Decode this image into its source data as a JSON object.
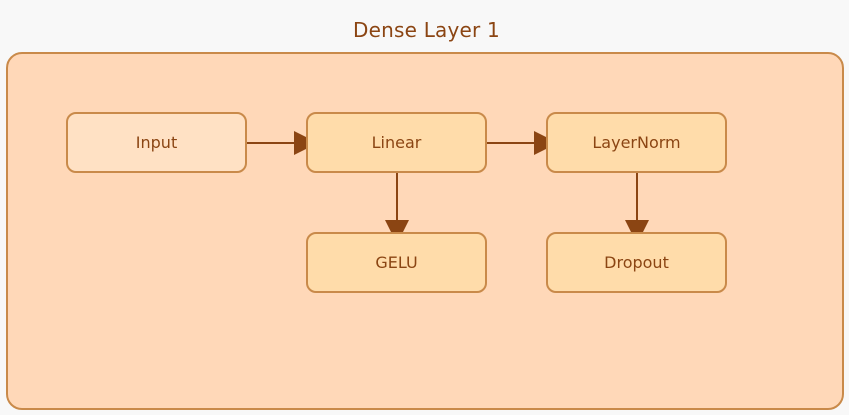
{
  "group": {
    "title": "Dense Layer 1"
  },
  "nodes": {
    "input": "Input",
    "linear": "Linear",
    "layernorm": "LayerNorm",
    "gelu": "GELU",
    "dropout": "Dropout"
  },
  "edges": [
    {
      "from": "input",
      "to": "linear"
    },
    {
      "from": "linear",
      "to": "layernorm"
    },
    {
      "from": "linear",
      "to": "gelu"
    },
    {
      "from": "layernorm",
      "to": "dropout"
    }
  ],
  "colors": {
    "background": "#f8f8f8",
    "group_fill": "#ffd8b8",
    "group_border": "#c98a4a",
    "input_fill": "#ffe1c4",
    "node_fill": "#ffdcaa",
    "node_border": "#c98a4a",
    "text": "#8b4513",
    "edge": "#8b4513"
  }
}
